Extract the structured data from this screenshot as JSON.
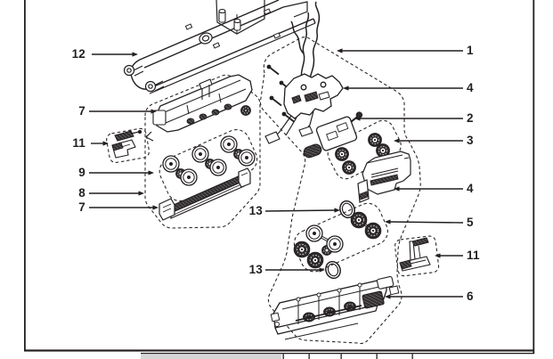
{
  "diagram": {
    "type": "exploded-parts-diagram",
    "callouts_left": [
      {
        "label": "12"
      },
      {
        "label": "7"
      },
      {
        "label": "11"
      },
      {
        "label": "9"
      },
      {
        "label": "8"
      },
      {
        "label": "7"
      },
      {
        "label": "13"
      },
      {
        "label": "13"
      }
    ],
    "callouts_right": [
      {
        "label": "1"
      },
      {
        "label": "4"
      },
      {
        "label": "2"
      },
      {
        "label": "3"
      },
      {
        "label": "4"
      },
      {
        "label": "5"
      },
      {
        "label": "11"
      },
      {
        "label": "6"
      }
    ]
  },
  "colors": {
    "line": "#231f20",
    "background": "#ffffff",
    "dark_fill": "#2e2a2b",
    "table_stub_gray": "#d7d7d7"
  }
}
